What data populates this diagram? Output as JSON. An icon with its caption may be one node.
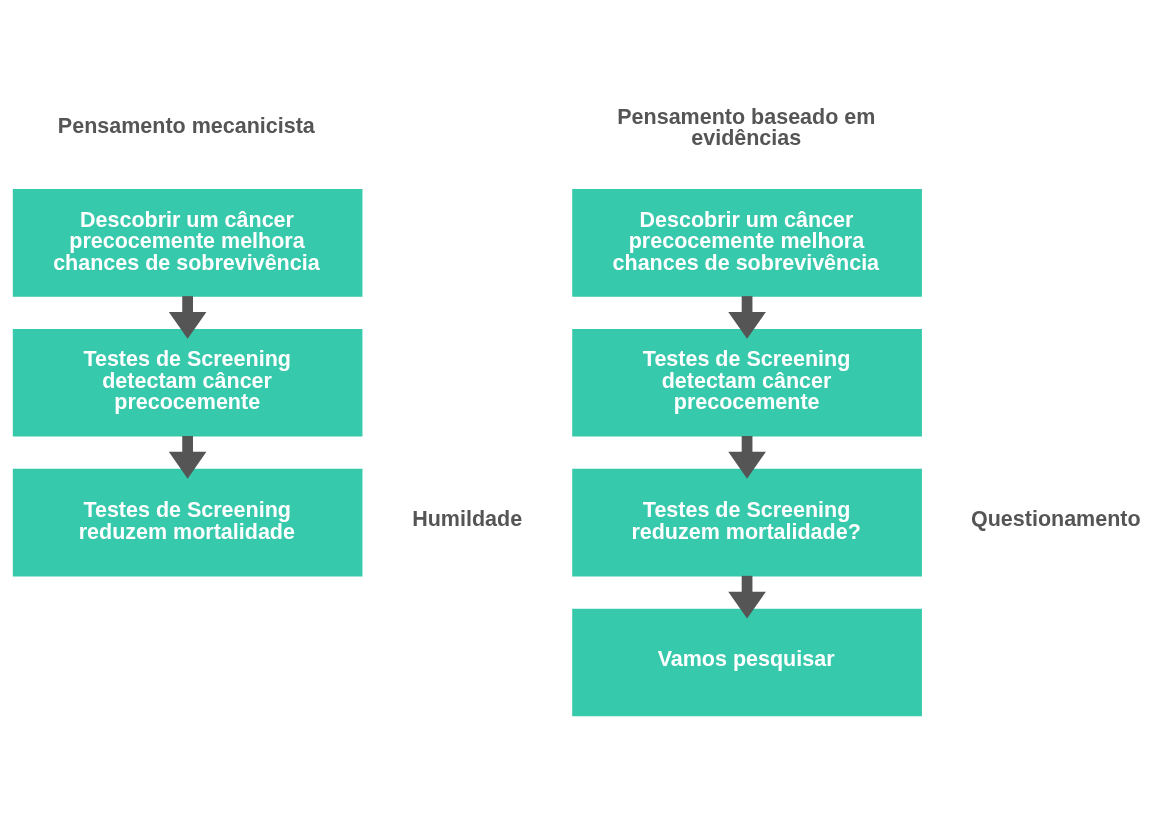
{
  "diagram": {
    "nodes": [
      {
        "text": [
          "Descobrir um câncer precocemente melhora chances de sobrevivência"
        ]
      },
      {
        "text": [
          "Testes de Screening detectam câncer precocemente"
        ]
      },
      {
        "text": [
          "Testes de Screening reduzem mortalidade"
        ]
      },
      {
        "text": [
          "Descobrir um câncer precocemente melhora chances de sobrevivência"
        ]
      },
      {
        "text": [
          "Testes de Screening detectam câncer precocemente"
        ]
      },
      {
        "text": [
          "Testes de Screening reduzem mortalidade?"
        ]
      },
      {
        "text": [
          "Vamos pesquisar"
        ]
      }
    ],
    "edges": [
      {
        "from": 0,
        "to": 1,
        "arrow": "to"
      },
      {
        "from": 1,
        "to": 2,
        "arrow": "to"
      },
      {
        "from": 3,
        "to": 4,
        "arrow": "to"
      },
      {
        "from": 4,
        "to": 5,
        "arrow": "to"
      },
      {
        "from": 5,
        "to": 6,
        "arrow": "to"
      }
    ],
    "labels": [
      "Pensamento mecanicista",
      "Pensamento baseado em evidências",
      "Humildade",
      "Questionamento"
    ]
  }
}
